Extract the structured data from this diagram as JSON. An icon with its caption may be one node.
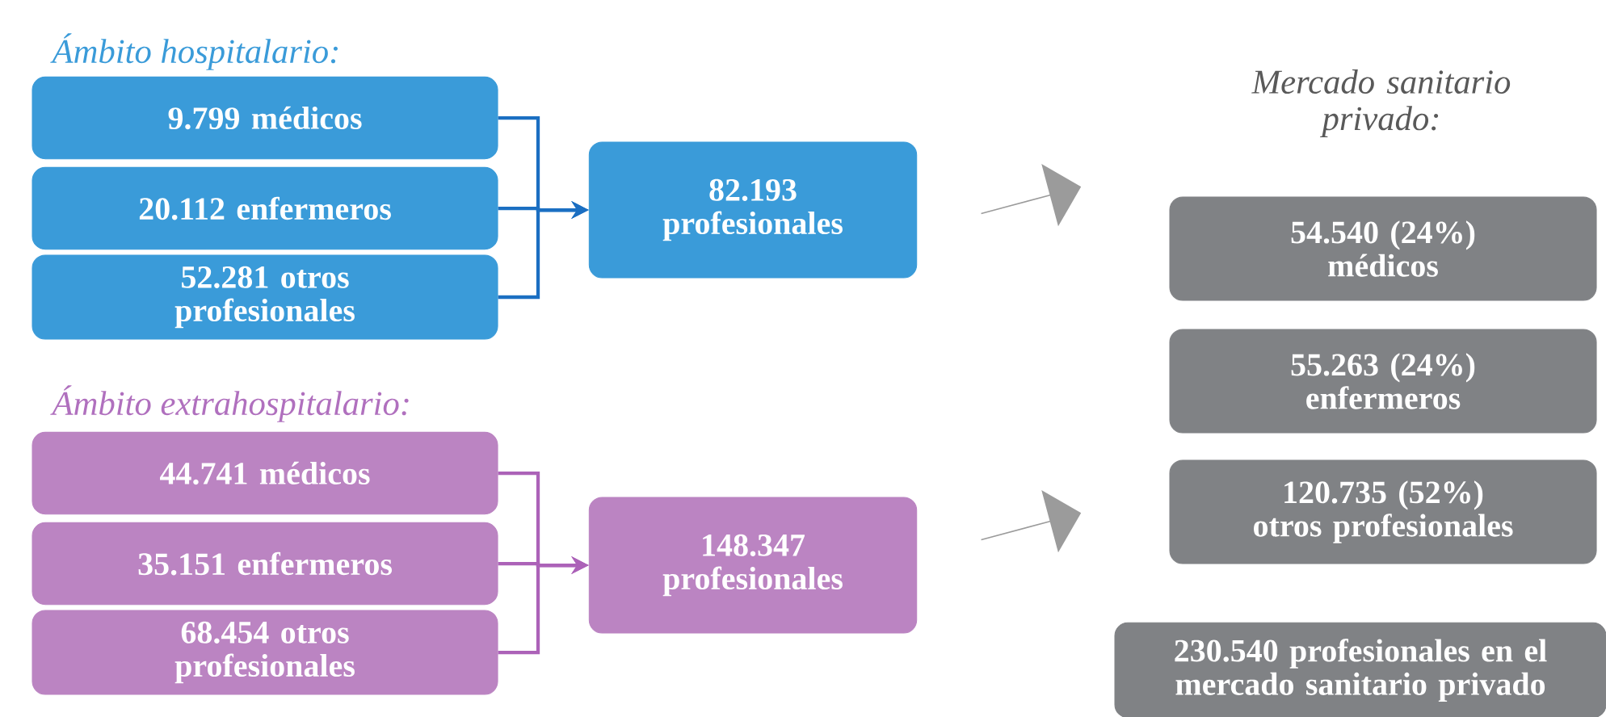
{
  "diagram": {
    "nodes": [
      {
        "text": [
          "9.799 médicos"
        ]
      },
      {
        "text": [
          "20.112 enfermeros"
        ]
      },
      {
        "text": [
          "52.281 otros profesionales"
        ]
      },
      {
        "text": [
          "82.193 profesionales"
        ]
      },
      {
        "text": [
          "44.741 médicos"
        ]
      },
      {
        "text": [
          "35.151 enfermeros"
        ]
      },
      {
        "text": [
          "68.454 otros profesionales"
        ]
      },
      {
        "text": [
          "148.347 profesionales"
        ]
      },
      {
        "text": [
          "54.540 (24%) médicos"
        ]
      },
      {
        "text": [
          "55.263 (24%) enfermeros"
        ]
      },
      {
        "text": [
          "120.735 (52%) otros profesionales"
        ]
      },
      {
        "text": [
          "230.540 profesionales en el mercado sanitario privado"
        ]
      },
      {
        "text": [],
        "shape": "arrow"
      },
      {
        "text": [],
        "shape": "arrow"
      }
    ],
    "edges": [
      {
        "from": 0,
        "to": 3,
        "arrow": "to",
        "color": "#1b6fc2"
      },
      {
        "from": 1,
        "to": 3,
        "arrow": "to",
        "color": "#1b6fc2"
      },
      {
        "from": 2,
        "to": 3,
        "arrow": "to",
        "color": "#1b6fc2"
      },
      {
        "from": 4,
        "to": 7,
        "arrow": "to",
        "color": "#ac62b8"
      },
      {
        "from": 5,
        "to": 7,
        "arrow": "to",
        "color": "#ac62b8"
      },
      {
        "from": 6,
        "to": 7,
        "arrow": "to",
        "color": "#ac62b8"
      }
    ],
    "labels": [
      "Ámbito hospitalario:",
      "Ámbito extrahospitalario:",
      "Mercado sanitario privado:"
    ]
  }
}
